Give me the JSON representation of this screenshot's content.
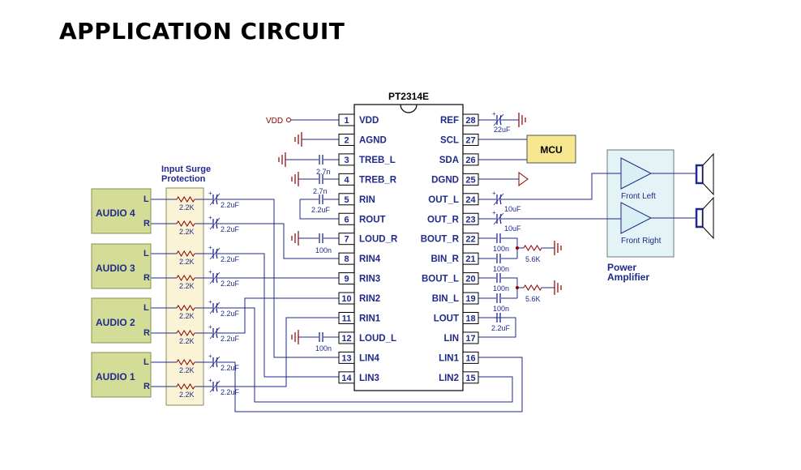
{
  "page_title": "APPLICATION CIRCUIT",
  "chip": {
    "name": "PT2314E",
    "left_pins": [
      {
        "num": "1",
        "label": "VDD"
      },
      {
        "num": "2",
        "label": "AGND"
      },
      {
        "num": "3",
        "label": "TREB_L"
      },
      {
        "num": "4",
        "label": "TREB_R"
      },
      {
        "num": "5",
        "label": "RIN"
      },
      {
        "num": "6",
        "label": "ROUT"
      },
      {
        "num": "7",
        "label": "LOUD_R"
      },
      {
        "num": "8",
        "label": "RIN4"
      },
      {
        "num": "9",
        "label": "RIN3"
      },
      {
        "num": "10",
        "label": "RIN2"
      },
      {
        "num": "11",
        "label": "RIN1"
      },
      {
        "num": "12",
        "label": "LOUD_L"
      },
      {
        "num": "13",
        "label": "LIN4"
      },
      {
        "num": "14",
        "label": "LIN3"
      }
    ],
    "right_pins": [
      {
        "num": "28",
        "label": "REF"
      },
      {
        "num": "27",
        "label": "SCL"
      },
      {
        "num": "26",
        "label": "SDA"
      },
      {
        "num": "25",
        "label": "DGND"
      },
      {
        "num": "24",
        "label": "OUT_L"
      },
      {
        "num": "23",
        "label": "OUT_R"
      },
      {
        "num": "22",
        "label": "BOUT_R"
      },
      {
        "num": "21",
        "label": "BIN_R"
      },
      {
        "num": "20",
        "label": "BOUT_L"
      },
      {
        "num": "19",
        "label": "BIN_L"
      },
      {
        "num": "18",
        "label": "LOUT"
      },
      {
        "num": "17",
        "label": "LIN"
      },
      {
        "num": "16",
        "label": "LIN1"
      },
      {
        "num": "15",
        "label": "LIN2"
      }
    ]
  },
  "vdd_label": "VDD",
  "mcu_label": "MCU",
  "input_surge_title": [
    "Input Surge",
    "Protection"
  ],
  "audio_sources": [
    {
      "name": "AUDIO 4",
      "left": "L",
      "right": "R"
    },
    {
      "name": "AUDIO 3",
      "left": "L",
      "right": "R"
    },
    {
      "name": "AUDIO 2",
      "left": "L",
      "right": "R"
    },
    {
      "name": "AUDIO 1",
      "left": "L",
      "right": "R"
    }
  ],
  "input_resistor_value": "2.2K",
  "input_cap_value": "2.2uF",
  "component_values": {
    "ref_cap": "22uF",
    "treb_l_cap": "2.7n",
    "treb_r_cap": "2.7n",
    "rin_cap": "2.2uF",
    "loud_r_cap": "100n",
    "loud_l_cap": "100n",
    "out_l_cap": "10uF",
    "out_r_cap": "10uF",
    "bass_r_cap_1": "100n",
    "bass_r_cap_2": "100n",
    "bass_r_res": "5.6K",
    "bass_l_cap_1": "100n",
    "bass_l_cap_2": "100n",
    "bass_l_res": "5.6K",
    "lout_cap": "2.2uF"
  },
  "amplifier": {
    "title": [
      "Power",
      "Amplifier"
    ],
    "front_left": "Front Left",
    "front_right": "Front Right"
  },
  "colors": {
    "wire": "#1f2a8a",
    "component": "#8b0000",
    "source_fill": "#d4dd98",
    "surge_fill": "#fbf3d6",
    "mcu_fill": "#f6e68f",
    "amp_fill": "#e4f3f6",
    "triangle_fill": "#d8f0f4",
    "speaker_fill": "#ffffff"
  }
}
